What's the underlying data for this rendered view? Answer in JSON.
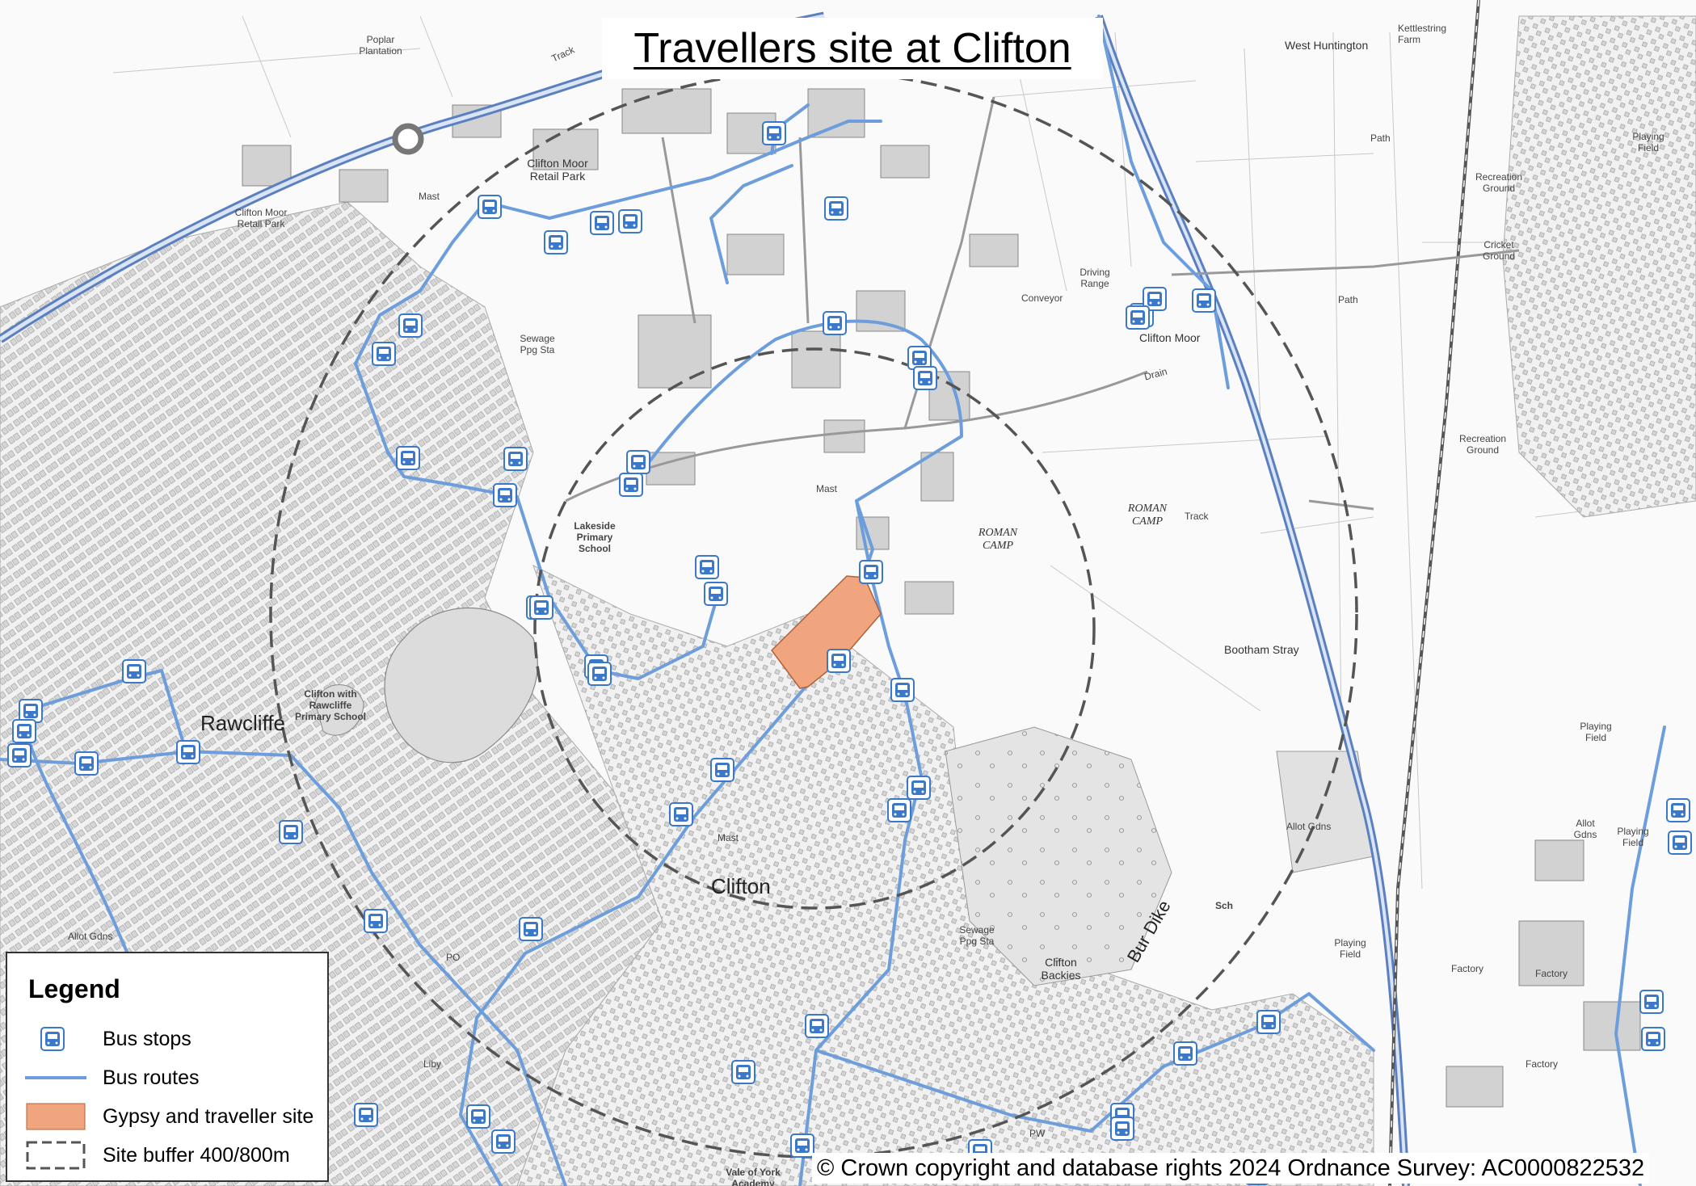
{
  "title": "Travellers site at Clifton",
  "copyright": "© Crown copyright and database rights 2024 Ordnance Survey: AC0000822532",
  "legend": {
    "heading": "Legend",
    "items": [
      {
        "label": "Bus stops"
      },
      {
        "label": "Bus routes"
      },
      {
        "label": "Gypsy and traveller site"
      },
      {
        "label": "Site buffer 400/800m"
      }
    ]
  },
  "colors": {
    "bus_route": "#6d9edb",
    "bus_stop_fill": "#3b78c9",
    "site_fill": "#f0a57f",
    "buffer": "#555555",
    "ring_road": "#5b7fbf"
  },
  "places": {
    "clifton": "Clifton",
    "rawcliffe": "Rawcliffe",
    "clifton_moor": "Clifton Moor",
    "west_huntington": "West Huntington",
    "kettlestring_farm": "Kettlestring Farm",
    "poplar_plantation": "Poplar Plantation",
    "clifton_moor_retail_park": "Clifton Moor Retail Park",
    "clifton_moor_retail_park_2": "Clifton Moor Retail Park",
    "lakeside_primary": "Lakeside Primary School",
    "clifton_rawcliffe_school": "Clifton with Rawcliffe Primary School",
    "roman_camp_1": "ROMAN CAMP",
    "roman_camp_2": "ROMAN CAMP",
    "bootham_stray": "Bootham Stray",
    "bur_dike": "Bur Dike",
    "clifton_backies": "Clifton Backies",
    "driving_range": "Driving Range",
    "conveyor": "Conveyor",
    "recreation_ground_1": "Recreation Ground",
    "recreation_ground_2": "Recreation Ground",
    "cricket_ground": "Cricket Ground",
    "playing_field_1": "Playing Field",
    "playing_field_2": "Playing Field",
    "playing_field_3": "Playing Field",
    "playing_field_4": "Playing Field",
    "allot_gdns_1": "Allot Gdns",
    "allot_gdns_2": "Allot Gdns",
    "allot_gdns_3": "Allot Gdns",
    "factory_1": "Factory",
    "factory_2": "Factory",
    "factory_3": "Factory",
    "vale_of_york": "Vale of York Academy",
    "sewage_1": "Sewage Ppg Sta",
    "sewage_2": "Sewage Ppg Sta",
    "track_1": "Track",
    "track_2": "Track",
    "path_1": "Path",
    "path_2": "Path",
    "drain": "Drain",
    "mast_1": "Mast",
    "mast_2": "Mast",
    "mast_3": "Mast",
    "libr": "Liby",
    "sch": "Sch",
    "pw": "PW",
    "po": "PO"
  }
}
